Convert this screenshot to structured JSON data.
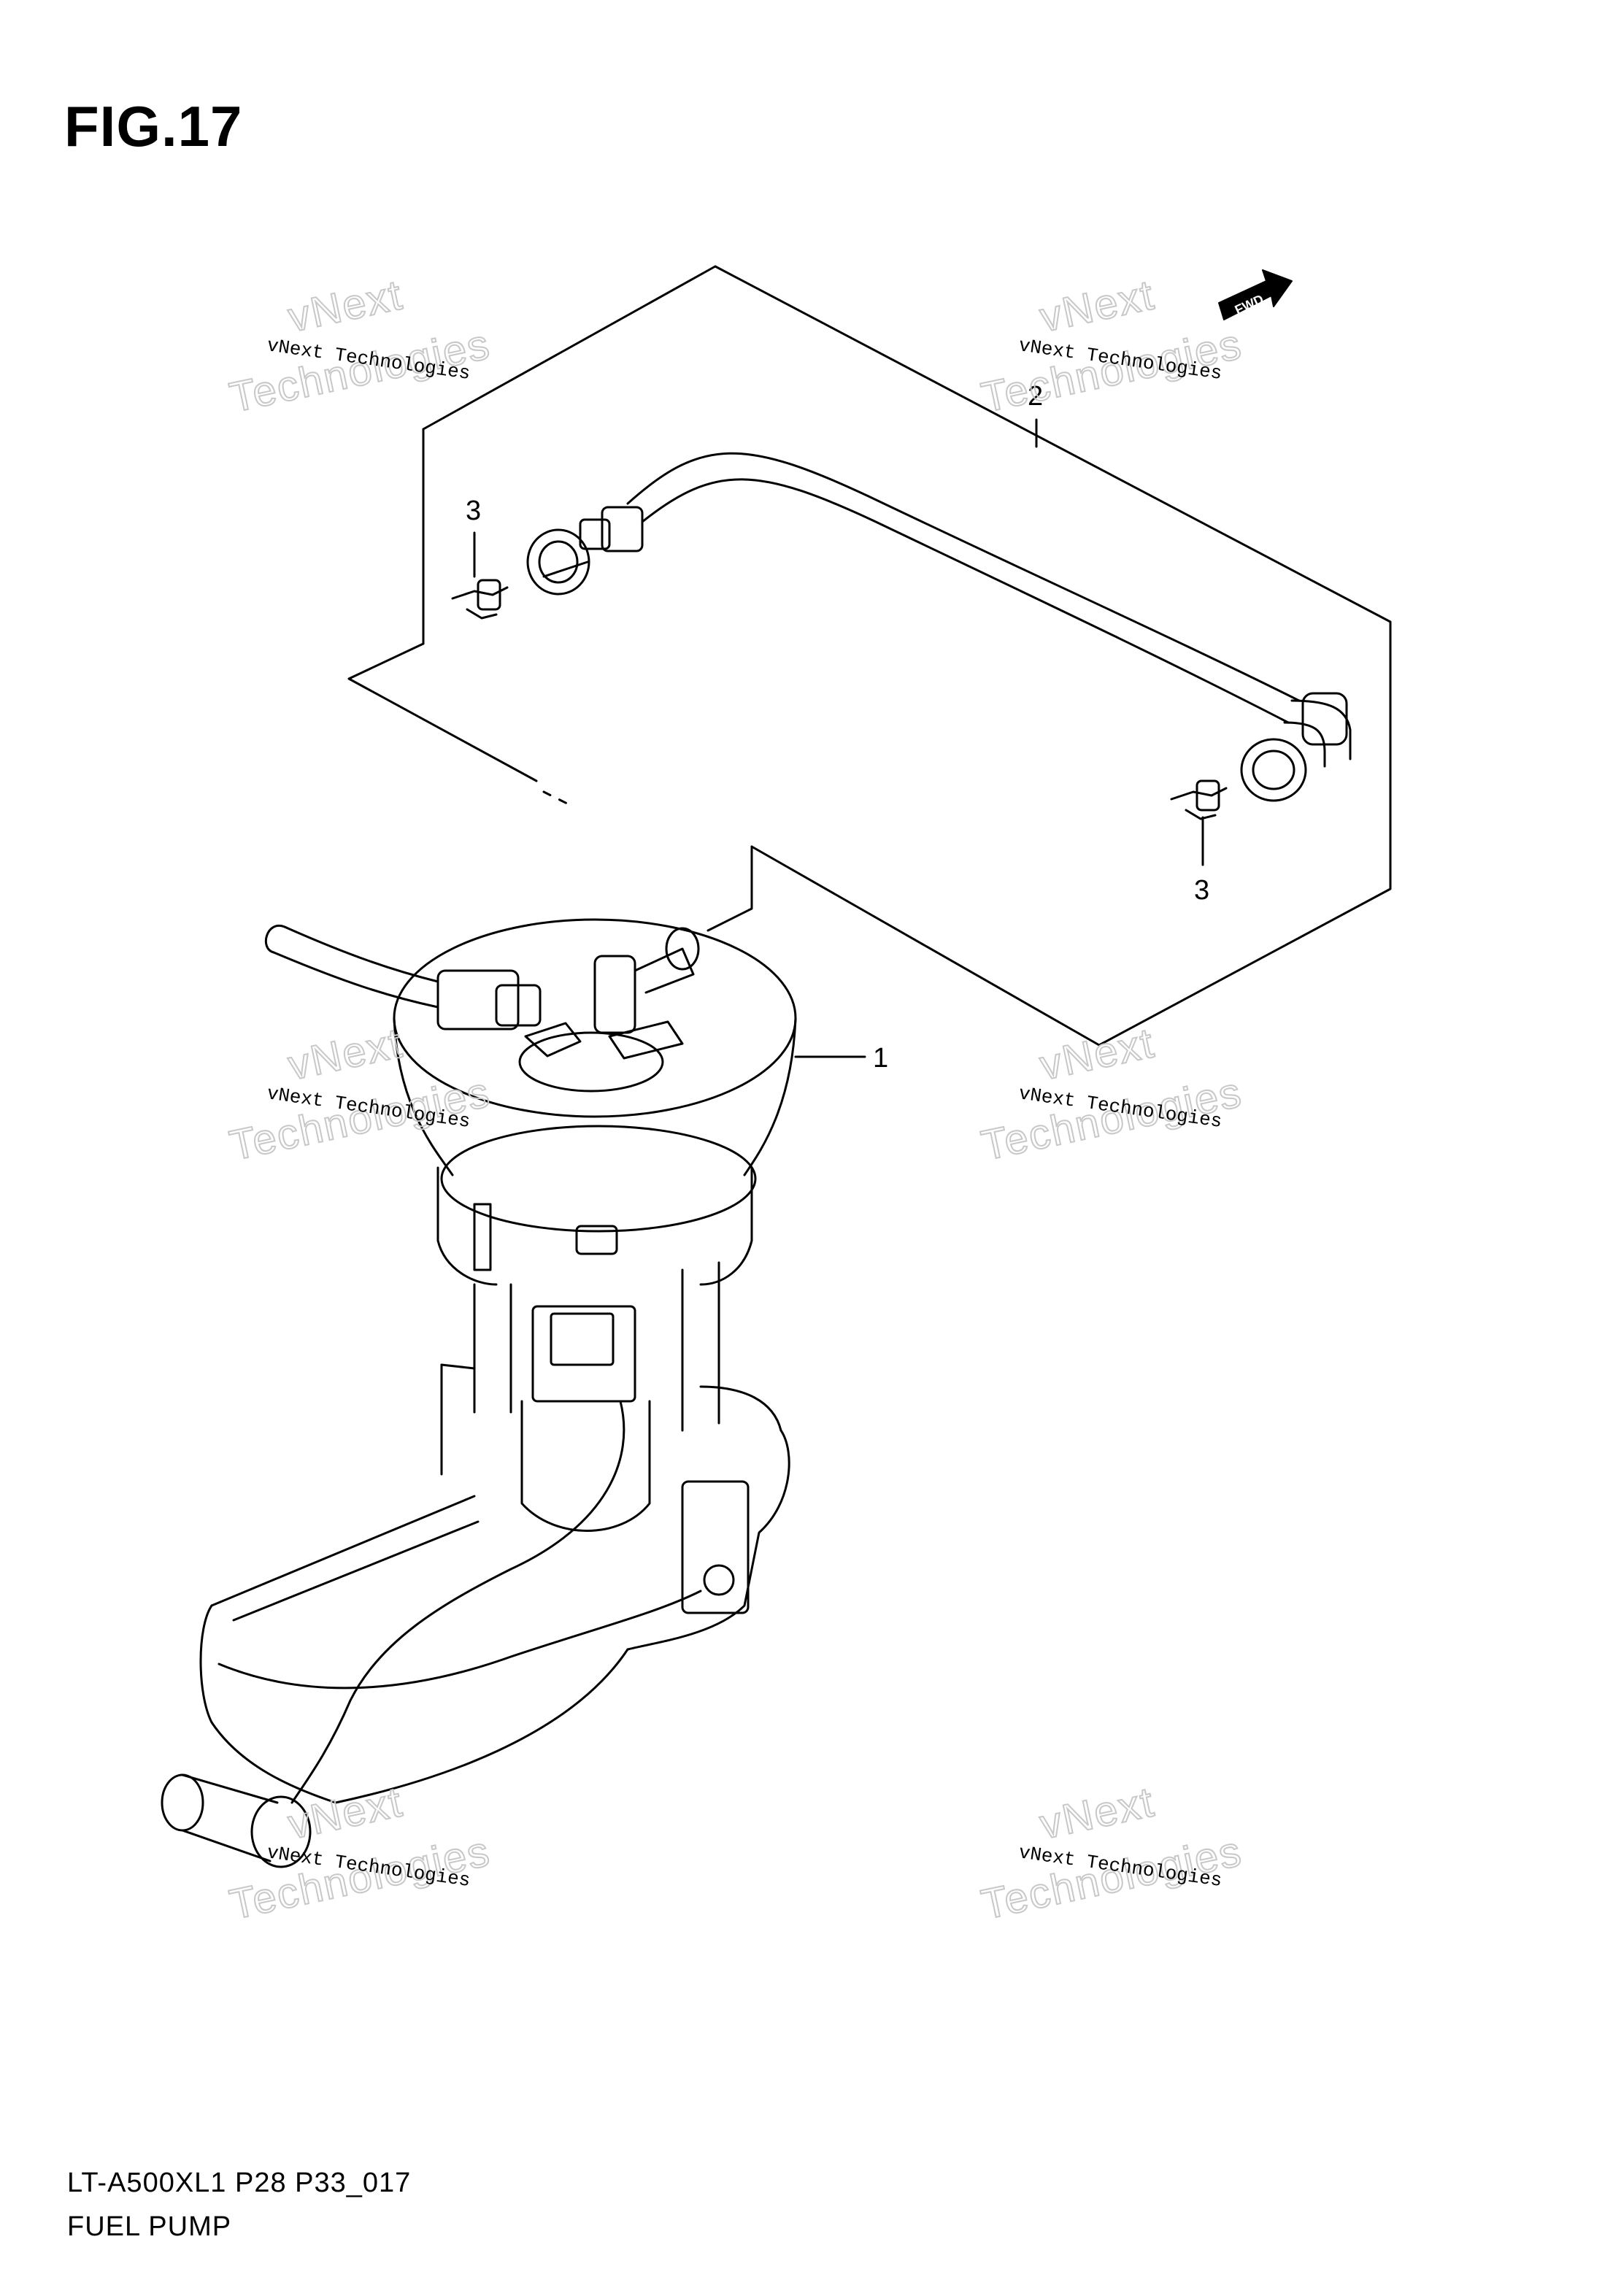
{
  "figure": {
    "title": "FIG.17",
    "model_code": "LT-A500XL1  P28  P33_017",
    "section_name": "FUEL PUMP"
  },
  "fwd_label": "FWD",
  "callouts": [
    {
      "label": "1",
      "part": "fuel-pump-assembly"
    },
    {
      "label": "2",
      "part": "fuel-hose"
    },
    {
      "label": "3",
      "part": "hose-clip-upper"
    },
    {
      "label": "3",
      "part": "hose-clip-lower"
    }
  ],
  "watermark": {
    "small": "vNext Technologies",
    "big_top": "vNext",
    "big_bottom": "Technologies"
  }
}
